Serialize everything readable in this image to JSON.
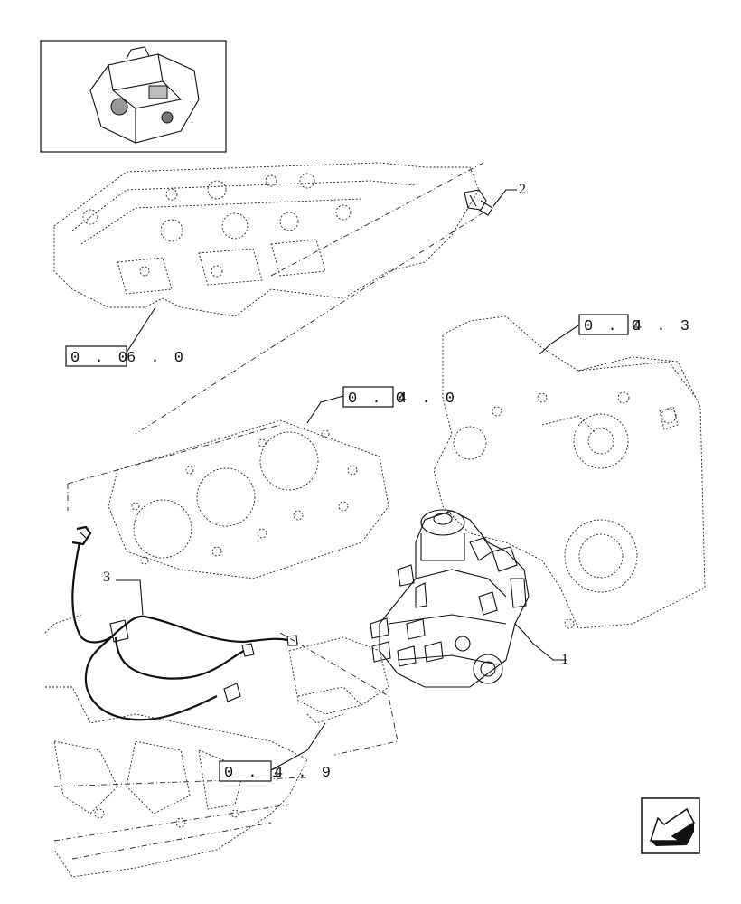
{
  "callouts": {
    "item_1": "1",
    "item_2": "2",
    "item_3": "3"
  },
  "references": {
    "ref_060_box": "0 . 0",
    "ref_060_tail": "6 . 0",
    "ref_043_box": "0 . 0",
    "ref_043_tail": "4 . 3",
    "ref_040_box": "0 . 0",
    "ref_040_tail": "4 . 0",
    "ref_149_box": "0 . 1",
    "ref_149_tail": "4 . 9"
  },
  "icons": {
    "thumbnail": "engine-thumbnail-icon",
    "nav": "next-page-arrow-icon"
  },
  "colors": {
    "line": "#111111",
    "background": "#ffffff"
  }
}
